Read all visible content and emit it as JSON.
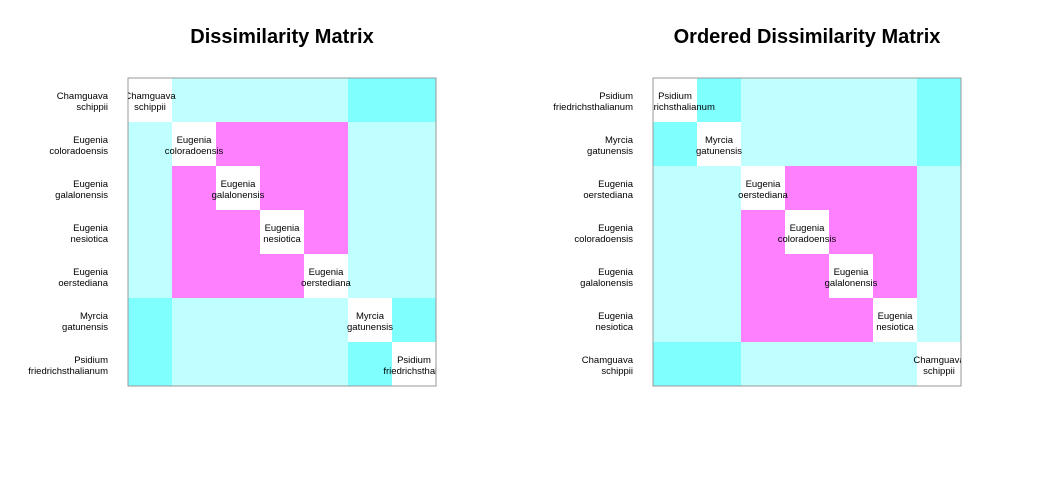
{
  "colors": {
    "same": "#ffffff",
    "within_group": "#ff80ff",
    "near": "#c0ffff",
    "far": "#80ffff"
  },
  "chart_data": [
    {
      "type": "heatmap",
      "title": "Dissimilarity Matrix",
      "labels": [
        [
          "Chamguava",
          "schippii"
        ],
        [
          "Eugenia",
          "coloradoensis"
        ],
        [
          "Eugenia",
          "galalonensis"
        ],
        [
          "Eugenia",
          "nesiotica"
        ],
        [
          "Eugenia",
          "oerstediana"
        ],
        [
          "Myrcia",
          "gatunensis"
        ],
        [
          "Psidium",
          "friedrichsthalianum"
        ]
      ],
      "diagonal_labels": [
        [
          "Chamguava",
          "schippii"
        ],
        [
          "Eugenia",
          "coloradoensis"
        ],
        [
          "Eugenia",
          "galalonensis"
        ],
        [
          "Eugenia",
          "nesiotica"
        ],
        [
          "Eugenia",
          "oerstediana"
        ],
        [
          "Myrcia",
          "gatunensis"
        ],
        [
          "Psidium",
          "friedrichsthalia"
        ]
      ],
      "matrix": [
        [
          0,
          2,
          2,
          2,
          2,
          3,
          3
        ],
        [
          2,
          0,
          1,
          1,
          1,
          2,
          2
        ],
        [
          2,
          1,
          0,
          1,
          1,
          2,
          2
        ],
        [
          2,
          1,
          1,
          0,
          1,
          2,
          2
        ],
        [
          2,
          1,
          1,
          1,
          0,
          2,
          2
        ],
        [
          3,
          2,
          2,
          2,
          2,
          0,
          3
        ],
        [
          3,
          2,
          2,
          2,
          2,
          3,
          0
        ]
      ],
      "color_levels": [
        "same",
        "within_group",
        "near",
        "far"
      ]
    },
    {
      "type": "heatmap",
      "title": "Ordered Dissimilarity Matrix",
      "labels": [
        [
          "Psidium",
          "friedrichsthalianum"
        ],
        [
          "Myrcia",
          "gatunensis"
        ],
        [
          "Eugenia",
          "oerstediana"
        ],
        [
          "Eugenia",
          "coloradoensis"
        ],
        [
          "Eugenia",
          "galalonensis"
        ],
        [
          "Eugenia",
          "nesiotica"
        ],
        [
          "Chamguava",
          "schippii"
        ]
      ],
      "diagonal_labels": [
        [
          "Psidium",
          "friedrichsthalianum"
        ],
        [
          "Myrcia",
          "gatunensis"
        ],
        [
          "Eugenia",
          "oerstediana"
        ],
        [
          "Eugenia",
          "coloradoensis"
        ],
        [
          "Eugenia",
          "galalonensis"
        ],
        [
          "Eugenia",
          "nesiotica"
        ],
        [
          "Chamguava",
          "schippii"
        ]
      ],
      "matrix": [
        [
          0,
          3,
          2,
          2,
          2,
          2,
          3
        ],
        [
          3,
          0,
          2,
          2,
          2,
          2,
          3
        ],
        [
          2,
          2,
          0,
          1,
          1,
          1,
          2
        ],
        [
          2,
          2,
          1,
          0,
          1,
          1,
          2
        ],
        [
          2,
          2,
          1,
          1,
          0,
          1,
          2
        ],
        [
          2,
          2,
          1,
          1,
          1,
          0,
          2
        ],
        [
          3,
          3,
          2,
          2,
          2,
          2,
          0
        ]
      ],
      "color_levels": [
        "same",
        "within_group",
        "near",
        "far"
      ]
    }
  ]
}
